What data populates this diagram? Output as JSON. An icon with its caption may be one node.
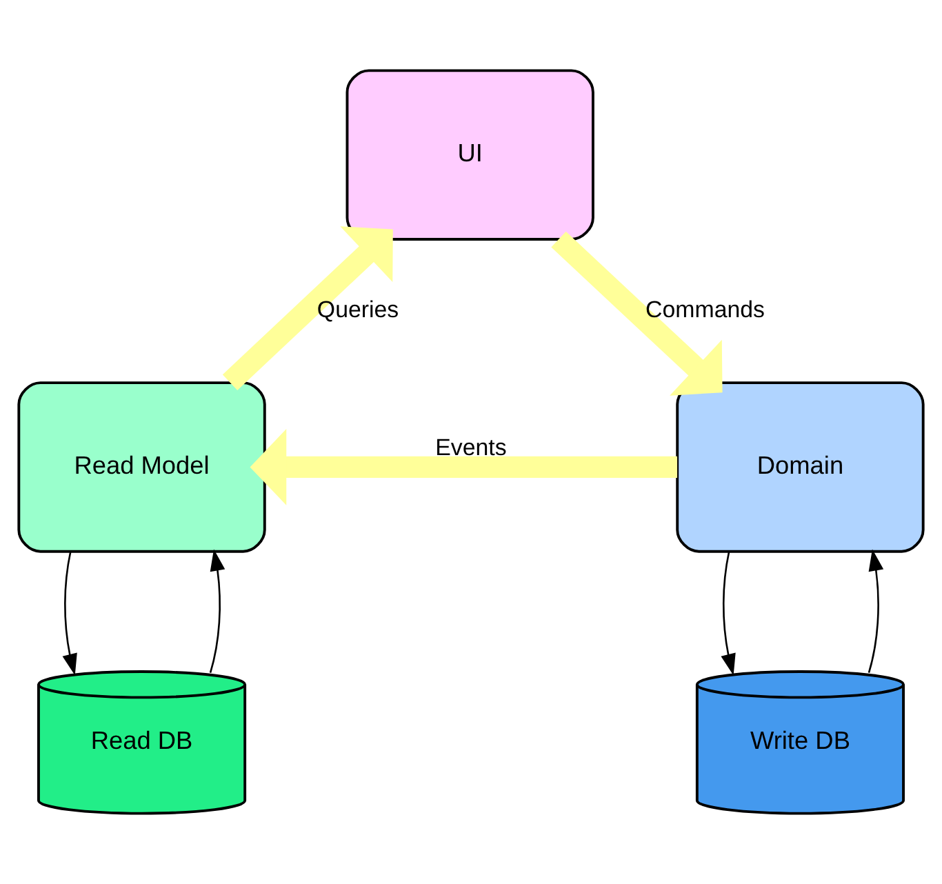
{
  "diagram": {
    "nodes": [
      {
        "text": [
          "UI"
        ]
      },
      {
        "text": [
          "Read Model"
        ]
      },
      {
        "text": [
          "Domain"
        ]
      },
      {
        "text": [
          "Read DB"
        ]
      },
      {
        "text": [
          "Write DB"
        ]
      }
    ],
    "edges": [
      {
        "from": 1,
        "to": 0,
        "arrow": "to",
        "label": "Queries",
        "style": "thick",
        "color": "#ffff99"
      },
      {
        "from": 0,
        "to": 2,
        "arrow": "to",
        "label": "Commands",
        "style": "thick",
        "color": "#ffff99"
      },
      {
        "from": 2,
        "to": 1,
        "arrow": "to",
        "label": "Events",
        "style": "thick",
        "color": "#ffff99"
      },
      {
        "from": 1,
        "to": 3,
        "arrow": "to"
      },
      {
        "from": 3,
        "to": 1,
        "arrow": "to"
      },
      {
        "from": 2,
        "to": 4,
        "arrow": "to"
      },
      {
        "from": 4,
        "to": 2,
        "arrow": "to"
      }
    ]
  }
}
